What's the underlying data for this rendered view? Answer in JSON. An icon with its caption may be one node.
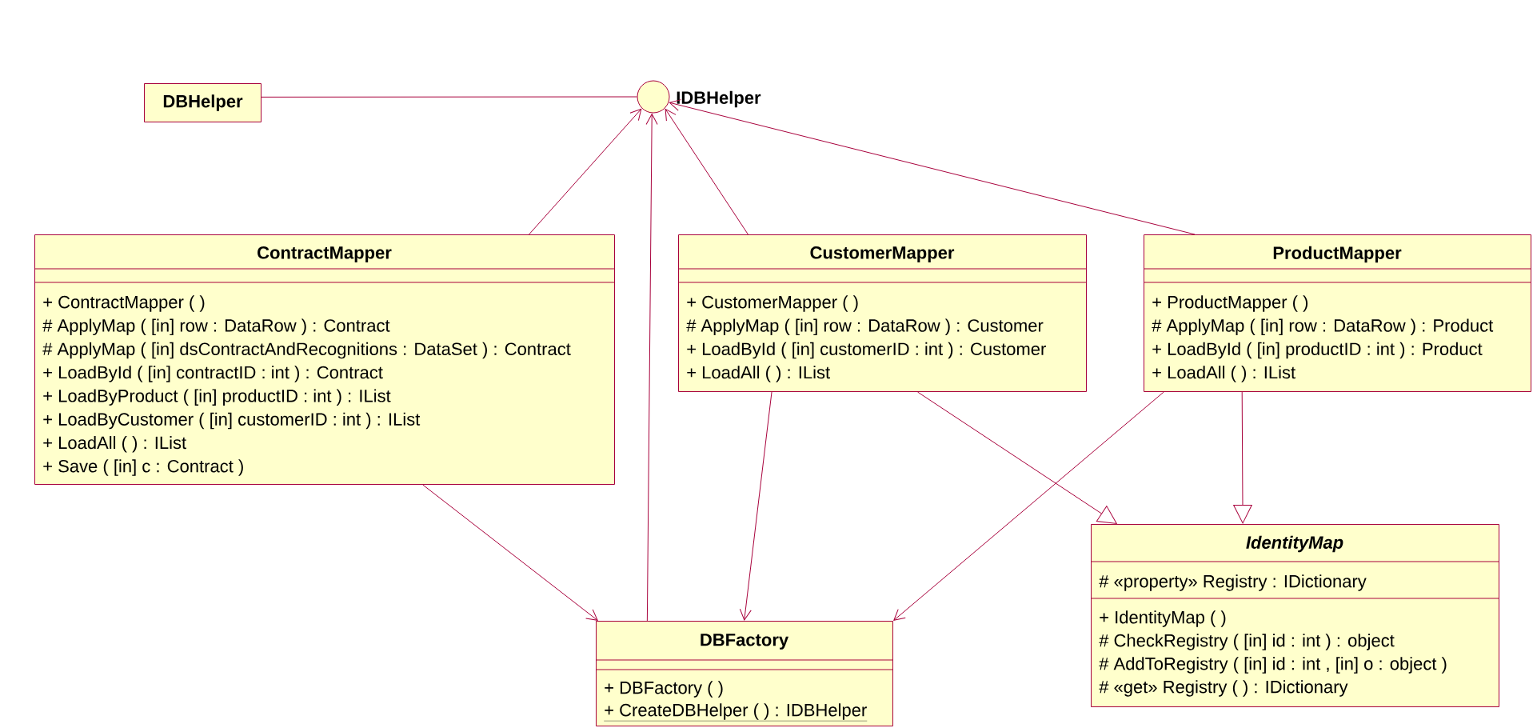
{
  "diagram": {
    "nodes": [
      {
        "text": [
          "DBHelper"
        ]
      },
      {
        "text": [
          "IDBHelper"
        ]
      },
      {
        "text": [
          "ContractMapper",
          "+ ContractMapper (  )",
          "# ApplyMap ( [in] row : DataRow ) : Contract",
          "# ApplyMap ( [in] dsContractAndRecognitions : DataSet ) : Contract",
          "+ LoadById ( [in] contractID : int ) : Contract",
          "+ LoadByProduct ( [in] productID : int ) : IList",
          "+ LoadByCustomer ( [in] customerID : int ) : IList",
          "+ LoadAll (  ) : IList",
          "+ Save ( [in] c : Contract )"
        ]
      },
      {
        "text": [
          "CustomerMapper",
          "+ CustomerMapper (  )",
          "# ApplyMap ( [in] row : DataRow ) : Customer",
          "+ LoadById ( [in] customerID : int ) : Customer",
          "+ LoadAll (  ) : IList"
        ]
      },
      {
        "text": [
          "ProductMapper",
          "+ ProductMapper (  )",
          "# ApplyMap ( [in] row : DataRow ) : Product",
          "+ LoadById ( [in] productID : int ) : Product",
          "+ LoadAll (  ) : IList"
        ]
      },
      {
        "text": [
          "DBFactory",
          "+ DBFactory (  )",
          "+ CreateDBHelper (  ) : IDBHelper"
        ]
      },
      {
        "text": [
          "IdentityMap",
          "# «property» Registry : IDictionary",
          "+ IdentityMap (  )",
          "# CheckRegistry ( [in] id : int ) : object",
          "# AddToRegistry ( [in] id : int , [in] o : object )",
          "# «get» Registry (  ) : IDictionary"
        ]
      }
    ],
    "edges": [
      {
        "from": 0,
        "to": 1,
        "arrow": "none"
      },
      {
        "from": 2,
        "to": 1,
        "arrow": "to"
      },
      {
        "from": 5,
        "to": 1,
        "arrow": "to"
      },
      {
        "from": 3,
        "to": 1,
        "arrow": "to"
      },
      {
        "from": 4,
        "to": 1,
        "arrow": "to"
      },
      {
        "from": 2,
        "to": 5,
        "arrow": "to"
      },
      {
        "from": 3,
        "to": 5,
        "arrow": "to"
      },
      {
        "from": 4,
        "to": 5,
        "arrow": "to"
      },
      {
        "from": 3,
        "to": 6,
        "arrow": "to"
      },
      {
        "from": 4,
        "to": 6,
        "arrow": "to"
      }
    ]
  }
}
